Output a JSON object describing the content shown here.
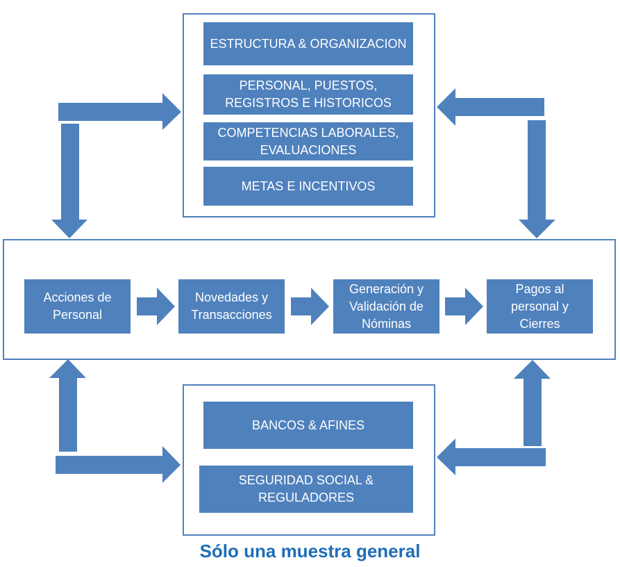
{
  "top_group": {
    "items": [
      "ESTRUCTURA & ORGANIZACION",
      "PERSONAL, PUESTOS,\nREGISTROS  E HISTORICOS",
      "COMPETENCIAS LABORALES,\nEVALUACIONES",
      "METAS E INCENTIVOS"
    ]
  },
  "process": {
    "steps": [
      "Acciones de\nPersonal",
      "Novedades y\nTransacciones",
      "Generación y\nValidación de\nNóminas",
      "Pagos al\npersonal  y\nCierres"
    ]
  },
  "bottom_group": {
    "items": [
      "BANCOS  & AFINES",
      "SEGURIDAD SOCIAL &\nREGULADORES"
    ]
  },
  "footer": "Sólo una muestra general",
  "colors": {
    "box": "#4f81bd",
    "border": "#4f81bd",
    "footer_text": "#1f6db8"
  }
}
